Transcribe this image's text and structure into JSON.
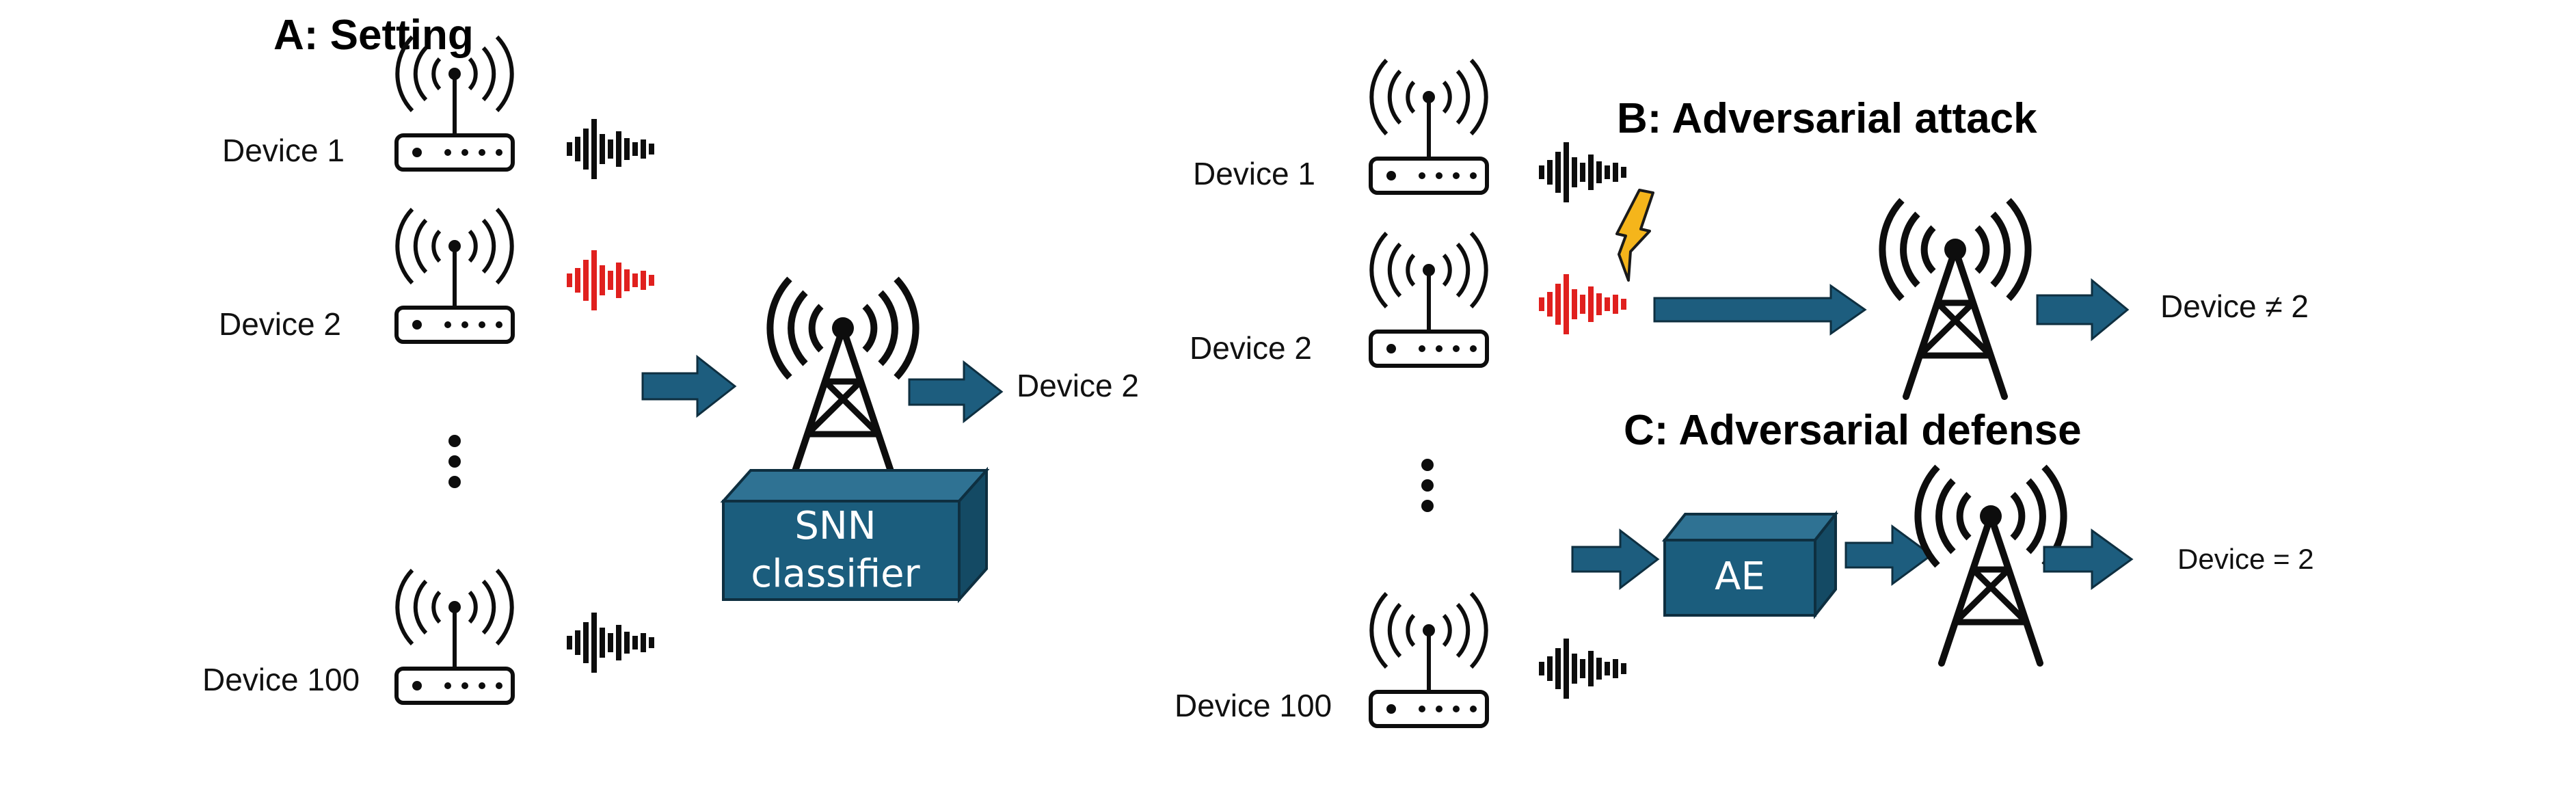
{
  "panels": {
    "setting": {
      "title": "A: Setting",
      "devices": [
        "Device 1",
        "Device 2",
        "Device 100"
      ],
      "box_lines": [
        "SNN",
        "classifier"
      ],
      "output": "Device 2"
    },
    "attack": {
      "title": "B: Adversarial attack",
      "devices": [
        "Device 1",
        "Device 2",
        "Device 100"
      ],
      "output": "Device ≠ 2"
    },
    "defense": {
      "title": "C: Adversarial defense",
      "box": "AE",
      "output": "Device = 2"
    }
  },
  "colors": {
    "arrow": "#1d5d7e",
    "box_front": "#1b5d7d",
    "box_top": "#2f7293",
    "box_side": "#144a64",
    "signal_normal": "#0d0d0d",
    "signal_adversarial": "#e0201e",
    "lightning": "#f5b51b"
  },
  "icons": [
    "router-icon",
    "signal-wave-icon",
    "cell-tower-icon",
    "lightning-icon",
    "arrow-icon",
    "ellipsis-icon"
  ]
}
